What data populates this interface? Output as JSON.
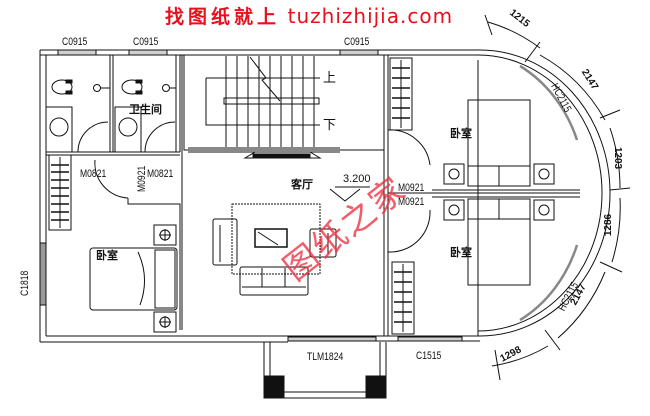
{
  "header": {
    "title_cn": "找图纸就上",
    "title_url": "tuzhizhijia.com",
    "title_color": "#e8101c"
  },
  "watermark": {
    "text": "图纸之家",
    "color": "#f03040"
  },
  "rooms": {
    "bathroom": "卫生间",
    "living_room": "客厅",
    "bedroom_left": "卧室",
    "bedroom_top_right": "卧室",
    "bedroom_bottom_right": "卧室"
  },
  "stairs": {
    "up": "上",
    "down": "下"
  },
  "elevation": {
    "value": "3.200"
  },
  "windows": {
    "c0915_left": "C0915",
    "c0915_mid": "C0915",
    "c0915_right": "C0915",
    "c1818": "C1818",
    "c1515": "C1515",
    "hc2115_top": "HC2115",
    "hc2115_bottom": "HC2115"
  },
  "doors": {
    "m0821_left": "M0821",
    "m0821_right": "M0821",
    "m0921_vertical": "M0921",
    "m0921_upper": "M0921",
    "m0921_lower": "M0921",
    "tlm1824": "TLM1824"
  },
  "dimensions": {
    "d1215": "1215",
    "d2147_top": "2147",
    "d1203": "1203",
    "d1286": "1286",
    "d2147_bottom": "2147",
    "d1298": "1298"
  },
  "colors": {
    "line": "#111111",
    "wall_fill": "#cfcfcf",
    "background": "#ffffff"
  }
}
